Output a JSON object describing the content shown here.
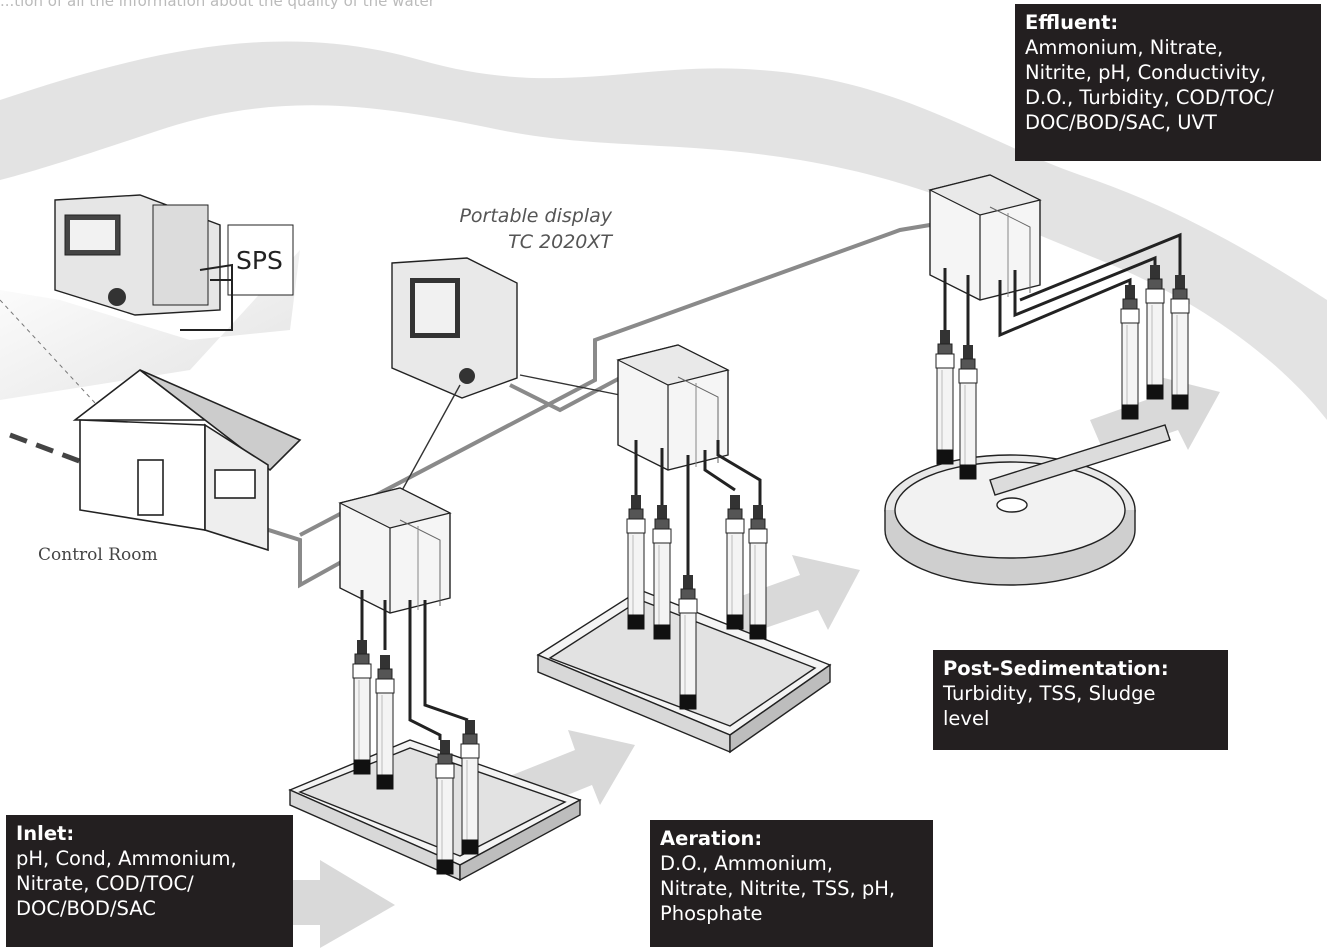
{
  "top_fragment": "...tion of all the information about the quality of the water",
  "captions": {
    "portable_line1": "Portable display",
    "portable_line2": "TC 2020XT",
    "control_room": "Control Room",
    "sps": "SPS"
  },
  "boxes": {
    "effluent": {
      "title": "Effluent:",
      "lines": [
        "Ammonium, Nitrate,",
        "Nitrite, pH, Conductivity,",
        "D.O., Turbidity, COD/TOC/",
        "DOC/BOD/SAC, UVT"
      ]
    },
    "post_sedimentation": {
      "title": "Post-Sedimentation:",
      "lines": [
        "Turbidity, TSS, Sludge",
        "level"
      ]
    },
    "inlet": {
      "title": "Inlet:",
      "lines": [
        "pH, Cond, Ammonium,",
        "Nitrate, COD/TOC/",
        "DOC/BOD/SAC"
      ]
    },
    "aeration": {
      "title": "Aeration:",
      "lines": [
        "D.O., Ammonium,",
        "Nitrate, Nitrite, TSS, pH,",
        "Phosphate"
      ]
    }
  },
  "colors": {
    "label_bg": "#231f20",
    "label_text": "#ffffff",
    "flow_arrow": "#d9d9d9",
    "line": "#222222",
    "cable": "#888888"
  }
}
